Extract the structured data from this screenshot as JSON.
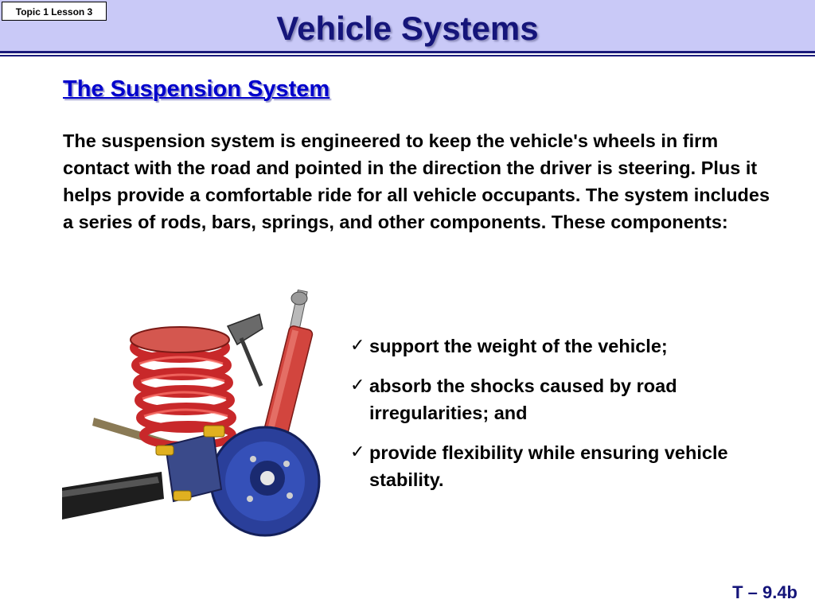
{
  "header": {
    "topic_label": "Topic 1 Lesson 3",
    "title": "Vehicle Systems"
  },
  "content": {
    "subtitle": "The Suspension System",
    "paragraph": "The suspension system is engineered  to keep the vehicle's wheels in firm contact with the road and pointed in the direction the driver is steering.  Plus it helps provide a comfortable ride for all vehicle occupants.  The system includes a series of rods, bars, springs, and other components.  These components:",
    "bullets": [
      "support the weight of the vehicle;",
      "absorb the shocks caused by road irregularities; and",
      "provide flexibility while ensuring vehicle stability."
    ]
  },
  "footer": {
    "slide_number": "T – 9.4b"
  },
  "icons": {
    "bullet": "checkmark-icon",
    "illustration": "suspension-assembly-illustration"
  },
  "colors": {
    "header_bg": "#c9c9f7",
    "title": "#15157a",
    "subtitle": "#0000cc",
    "spring": "#c8282a",
    "hub": "#2a3f9a"
  }
}
